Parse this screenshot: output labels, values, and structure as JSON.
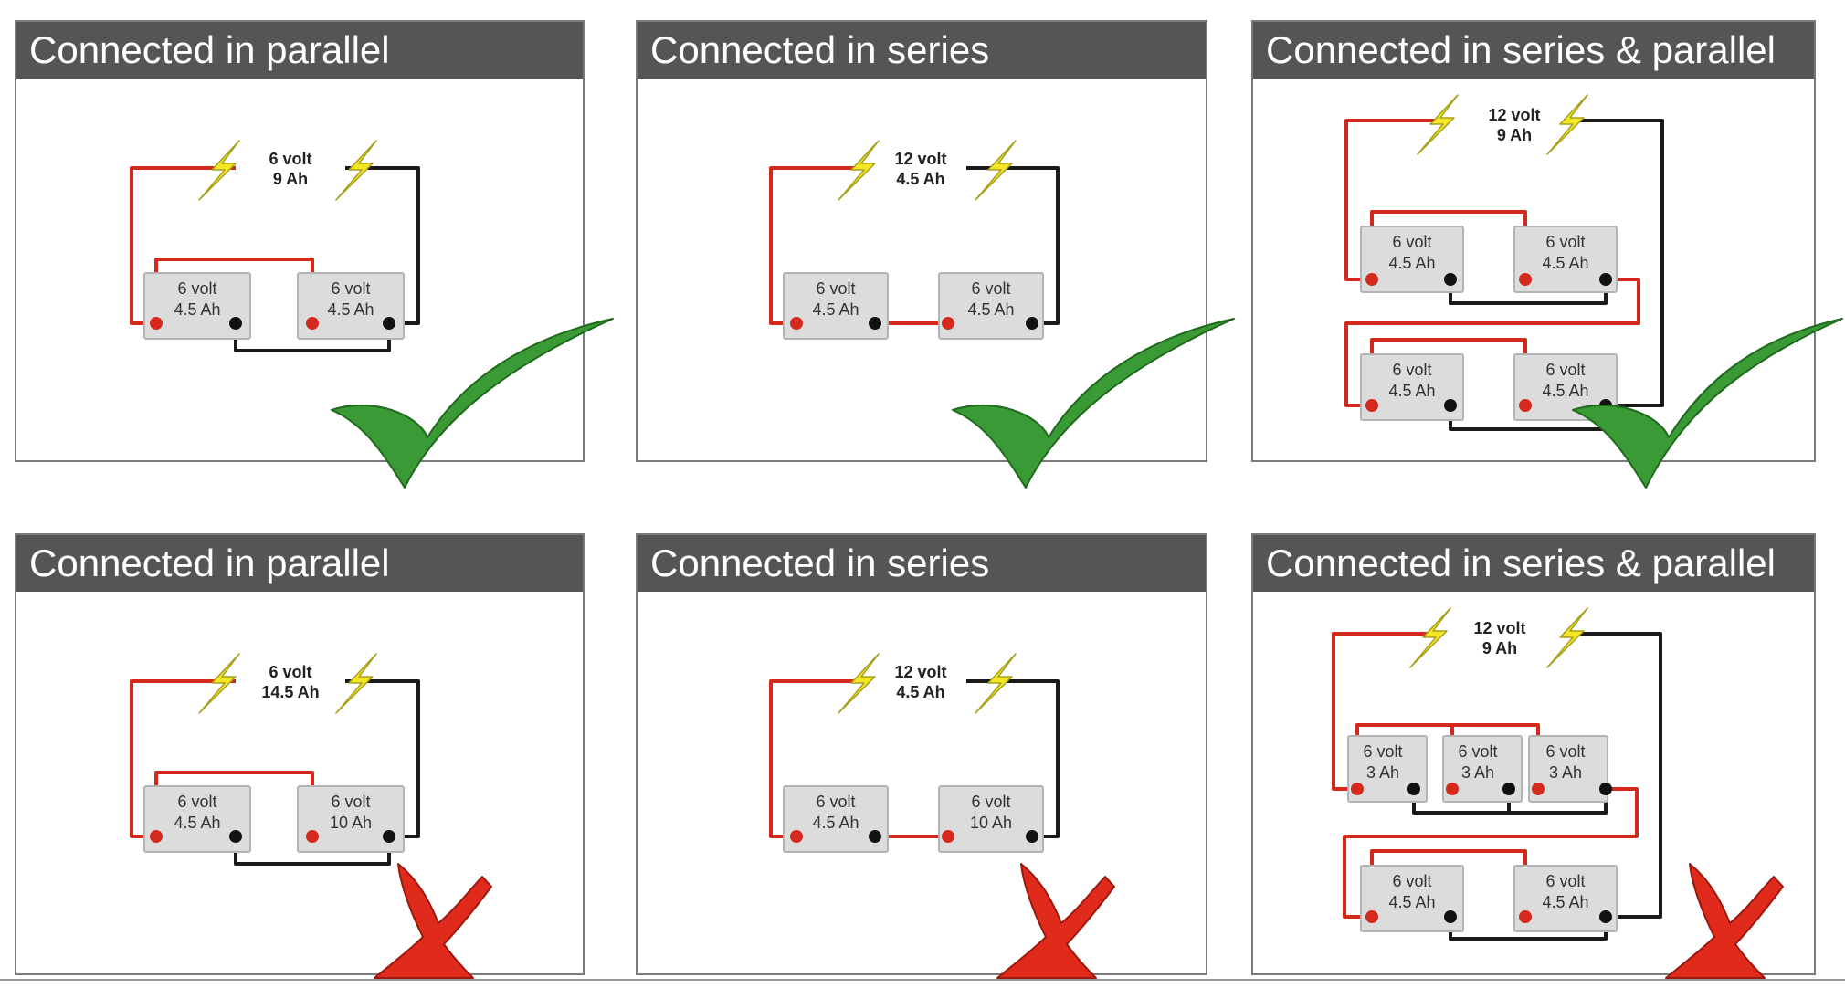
{
  "panels": [
    {
      "title": "Connected in parallel",
      "total_voltage": "6 volt",
      "total_capacity": "9 Ah",
      "verdict": "correct",
      "batteries": [
        {
          "voltage": "6 volt",
          "capacity": "4.5 Ah"
        },
        {
          "voltage": "6 volt",
          "capacity": "4.5 Ah"
        }
      ]
    },
    {
      "title": "Connected in series",
      "total_voltage": "12 volt",
      "total_capacity": "4.5 Ah",
      "verdict": "correct",
      "batteries": [
        {
          "voltage": "6 volt",
          "capacity": "4.5 Ah"
        },
        {
          "voltage": "6 volt",
          "capacity": "4.5 Ah"
        }
      ]
    },
    {
      "title": "Connected in series & parallel",
      "total_voltage": "12 volt",
      "total_capacity": "9 Ah",
      "verdict": "correct",
      "batteries": [
        {
          "voltage": "6 volt",
          "capacity": "4.5 Ah"
        },
        {
          "voltage": "6 volt",
          "capacity": "4.5 Ah"
        },
        {
          "voltage": "6 volt",
          "capacity": "4.5 Ah"
        },
        {
          "voltage": "6 volt",
          "capacity": "4.5 Ah"
        }
      ]
    },
    {
      "title": "Connected in parallel",
      "total_voltage": "6 volt",
      "total_capacity": "14.5 Ah",
      "verdict": "incorrect",
      "batteries": [
        {
          "voltage": "6 volt",
          "capacity": "4.5 Ah"
        },
        {
          "voltage": "6 volt",
          "capacity": "10 Ah"
        }
      ]
    },
    {
      "title": "Connected in series",
      "total_voltage": "12 volt",
      "total_capacity": "4.5 Ah",
      "verdict": "incorrect",
      "batteries": [
        {
          "voltage": "6 volt",
          "capacity": "4.5 Ah"
        },
        {
          "voltage": "6 volt",
          "capacity": "10 Ah"
        }
      ]
    },
    {
      "title": "Connected in series & parallel",
      "total_voltage": "12 volt",
      "total_capacity": "9 Ah",
      "verdict": "incorrect",
      "batteries": [
        {
          "voltage": "6 volt",
          "capacity": "3 Ah"
        },
        {
          "voltage": "6 volt",
          "capacity": "3 Ah"
        },
        {
          "voltage": "6 volt",
          "capacity": "3 Ah"
        },
        {
          "voltage": "6 volt",
          "capacity": "4.5 Ah"
        },
        {
          "voltage": "6 volt",
          "capacity": "4.5 Ah"
        }
      ]
    }
  ],
  "colors": {
    "header_bg": "#555555",
    "header_text": "#ffffff",
    "wire_positive": "#d42a1e",
    "wire_negative": "#1a1a1a",
    "check": "#3a9a36",
    "cross": "#e02a1c",
    "bolt": "#f4e622",
    "battery": "#dcdcdc"
  },
  "icons": {
    "correct": "check-mark-icon",
    "incorrect": "cross-mark-icon",
    "power": "lightning-bolt-icon"
  }
}
